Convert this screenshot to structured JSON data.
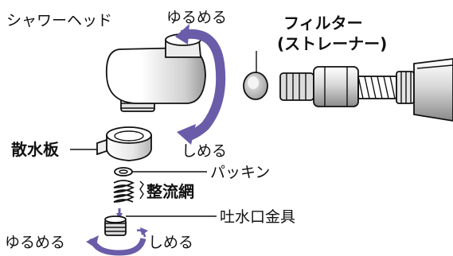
{
  "labels": {
    "shower_head": "シャワーヘッド",
    "loosen_top": "ゆるめる",
    "tighten_top": "しめる",
    "filter_line1": "フィルター",
    "filter_line2": "(ストレーナー)",
    "spray_plate": "散水板",
    "packing": "パッキン",
    "flow_mesh": "整流網",
    "outlet": "吐水口金具",
    "loosen_bottom": "ゆるめる",
    "tighten_bottom": "しめる"
  },
  "colors": {
    "arrow": "#6a5ca8",
    "outline": "#111111",
    "highlight": "#d9d9d9"
  }
}
